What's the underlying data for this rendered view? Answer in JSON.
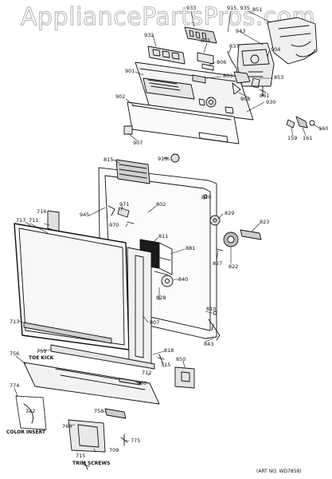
{
  "watermark": "AppliancePartsPros.com",
  "art_no": "(ART NO. WD7858)",
  "captions": {
    "toe_kick": "TOE KICK",
    "color_insert": "COLOR INSERT",
    "trim_screws": "TRIM SCREWS"
  },
  "part_labels": {
    "p933": "933",
    "p915_935": "915, 935",
    "p851": "851",
    "p943_top": "943",
    "p932": "932",
    "p805": "805",
    "p837": "837",
    "p806": "806",
    "p904": "904",
    "p901": "901",
    "p803": "803",
    "p853": "853",
    "p861": "861",
    "p908": "908",
    "p902": "902",
    "p930": "930",
    "p907": "907",
    "p910": "910",
    "p159": "159",
    "p161": "161",
    "p160": "160",
    "p815": "815",
    "p810_a": "810",
    "p971": "971",
    "p802": "802",
    "p945": "945",
    "p970": "970",
    "p829": "829",
    "p823": "823",
    "p716": "716",
    "p717": "717",
    "p711": "711",
    "p811": "811",
    "p881": "881",
    "p827": "827",
    "p822": "822",
    "p840": "840",
    "p828": "828",
    "p810_b": "810",
    "p807": "807",
    "p713": "713",
    "p843": "843",
    "p818": "818",
    "p756": "756",
    "p759": "759",
    "p715_a": "715",
    "p712": "712",
    "p850": "850",
    "p800": "800",
    "p774": "774",
    "p742": "742",
    "p758": "758",
    "p760": "760",
    "p775": "775",
    "p709": "709",
    "p715_b": "715"
  }
}
